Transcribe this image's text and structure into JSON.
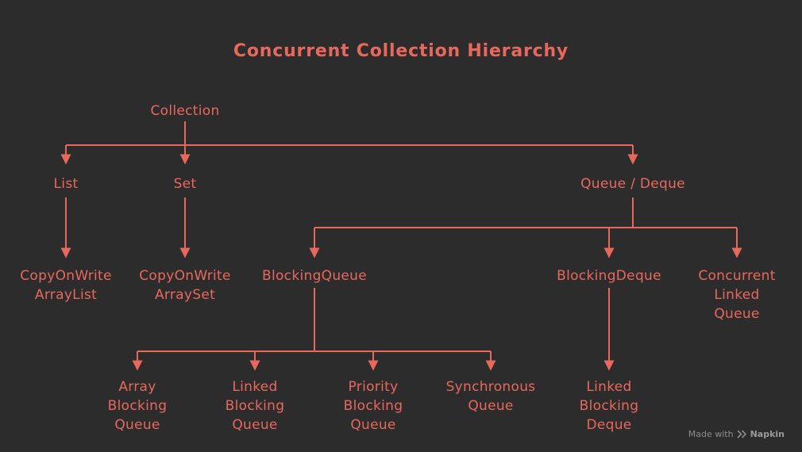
{
  "title": "Concurrent Collection Hierarchy",
  "nodes": {
    "collection": "Collection",
    "list": "List",
    "set": "Set",
    "queue_deque": "Queue / Deque",
    "copyonwrite_arraylist": "CopyOnWrite\nArrayList",
    "copyonwrite_arrayset": "CopyOnWrite\nArraySet",
    "blockingqueue": "BlockingQueue",
    "blockingdeque": "BlockingDeque",
    "concurrent_linked_queue": "Concurrent\nLinked\nQueue",
    "array_blocking_queue": "Array\nBlocking\nQueue",
    "linked_blocking_queue": "Linked\nBlocking\nQueue",
    "priority_blocking_queue": "Priority\nBlocking\nQueue",
    "synchronous_queue": "Synchronous\nQueue",
    "linked_blocking_deque": "Linked\nBlocking\nDeque"
  },
  "edges": [
    {
      "from": "Collection",
      "to": "List"
    },
    {
      "from": "Collection",
      "to": "Set"
    },
    {
      "from": "Collection",
      "to": "Queue / Deque"
    },
    {
      "from": "List",
      "to": "CopyOnWrite ArrayList"
    },
    {
      "from": "Set",
      "to": "CopyOnWrite ArraySet"
    },
    {
      "from": "Queue / Deque",
      "to": "BlockingQueue"
    },
    {
      "from": "Queue / Deque",
      "to": "BlockingDeque"
    },
    {
      "from": "Queue / Deque",
      "to": "Concurrent Linked Queue"
    },
    {
      "from": "BlockingQueue",
      "to": "Array Blocking Queue"
    },
    {
      "from": "BlockingQueue",
      "to": "Linked Blocking Queue"
    },
    {
      "from": "BlockingQueue",
      "to": "Priority Blocking Queue"
    },
    {
      "from": "BlockingQueue",
      "to": "Synchronous Queue"
    },
    {
      "from": "BlockingDeque",
      "to": "Linked Blocking Deque"
    }
  ],
  "watermark": {
    "made_with": "Made with",
    "brand": "Napkin"
  },
  "colors": {
    "background": "#2d2c2c",
    "accent": "#e8685e",
    "watermark": "#8c8c8c",
    "watermark_brand": "#9a9a9a"
  }
}
